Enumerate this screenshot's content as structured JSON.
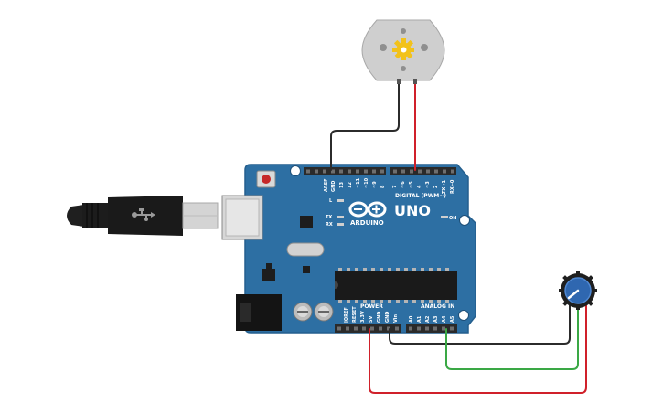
{
  "board": {
    "brand": "ARDUINO",
    "model": "UNO",
    "digital_header": "DIGITAL (PWM~)",
    "power_header": "POWER",
    "analog_header": "ANALOG IN",
    "on_label": "ON",
    "led_l": "L",
    "led_tx": "TX",
    "led_rx": "RX",
    "aref": "AREF",
    "gnd_top": "GND",
    "digital_pins": [
      "13",
      "12",
      "~11",
      "~10",
      "~9",
      "8",
      "7",
      "~6",
      "~5",
      "4",
      "~3",
      "2",
      "TX→1",
      "RX←0"
    ],
    "power_pins": [
      "IOREF",
      "RESET",
      "3.3V",
      "5V",
      "GND",
      "GND",
      "Vin"
    ],
    "analog_pins": [
      "A0",
      "A1",
      "A2",
      "A3",
      "A4",
      "A5"
    ]
  },
  "colors": {
    "board": "#2d6fa3",
    "board_edge": "#245f8e",
    "header": "#2a2a2a",
    "wire_red": "#d0202a",
    "wire_black": "#2b2b2b",
    "wire_green": "#3aa845",
    "motor_body": "#c8c8c8",
    "gear": "#f2c21b",
    "pot_knob": "#2f67b0"
  },
  "icons": {
    "usb": "usb-icon",
    "gear": "gear-icon",
    "logo": "infinity-logo-icon"
  }
}
